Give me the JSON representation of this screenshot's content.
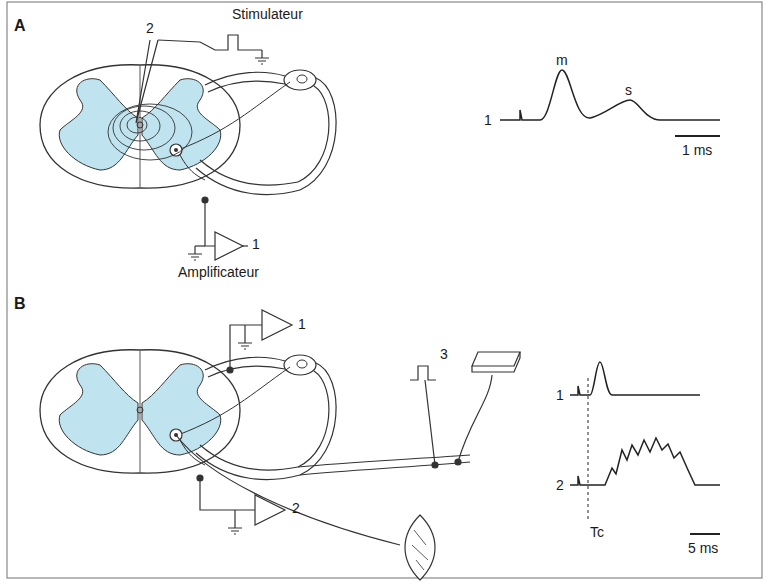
{
  "diagram": {
    "labels": [
      "A",
      "Stimulateur",
      "2",
      "1",
      "Amplificateur",
      "m",
      "s",
      "1",
      "1 ms",
      "B",
      "1",
      "3",
      "2",
      "1",
      "2",
      "Tc",
      "5 ms"
    ]
  }
}
